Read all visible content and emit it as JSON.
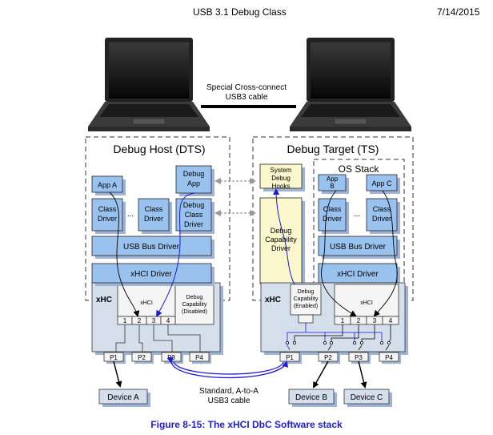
{
  "header": {
    "title": "USB 3.1 Debug Class",
    "date": "7/14/2015"
  },
  "caption": "Figure 8-15: The xHCI DbC Software stack",
  "colors": {
    "blue_box": "#99c2ef",
    "yellow_box": "#fbf7cc",
    "xhc_bg": "#d5dfec",
    "shadow": "#9fb3d6",
    "usb_cable": "#1a1ad6",
    "white_box": "#f5f5f5"
  },
  "cross_cable": {
    "line1": "Special Cross-connect",
    "line2": "USB3 cable"
  },
  "host": {
    "title": "Debug Host (DTS)",
    "app_a": "App A",
    "debug_app": [
      "Debug",
      "App"
    ],
    "class_driver_1": [
      "Class",
      "Driver"
    ],
    "ellipsis": "...",
    "class_driver_2": [
      "Class",
      "Driver"
    ],
    "debug_class_driver": [
      "Debug",
      "Class",
      "Driver"
    ],
    "usb_bus_driver": "USB Bus Driver",
    "xhci_driver": "xHCI Driver",
    "xhc_label": "xHC",
    "xhci_label": "xHCI",
    "dbc": [
      "Debug",
      "Capability",
      "(Disabled)"
    ],
    "root_ports": [
      "1",
      "2",
      "3",
      "4"
    ],
    "ports": [
      "P1",
      "P2",
      "P3",
      "P4"
    ],
    "device": "Device A"
  },
  "target": {
    "title": "Debug Target (TS)",
    "system_debug_hooks": [
      "System",
      "Debug",
      "Hooks"
    ],
    "dbc_driver": [
      "Debug",
      "Capability",
      "Driver"
    ],
    "os_stack": "OS Stack",
    "app_b": [
      "App",
      "B"
    ],
    "app_c": "App C",
    "class_driver_1": [
      "Class",
      "Driver"
    ],
    "ellipsis": "...",
    "class_driver_2": [
      "Class",
      "Driver"
    ],
    "usb_bus_driver": "USB Bus Driver",
    "xhci_driver": "xHCI Driver",
    "xhc_label": "xHC",
    "xhci_label": "xHCI",
    "dbc": [
      "Debug",
      "Capability",
      "(Enabled)"
    ],
    "root_ports": [
      "1",
      "2",
      "3",
      "4"
    ],
    "ports": [
      "P1",
      "P2",
      "P3",
      "P4"
    ],
    "device_b": "Device B",
    "device_c": "Device C"
  },
  "a_to_a_cable": {
    "line1": "Standard, A-to-A",
    "line2": "USB3 cable"
  }
}
